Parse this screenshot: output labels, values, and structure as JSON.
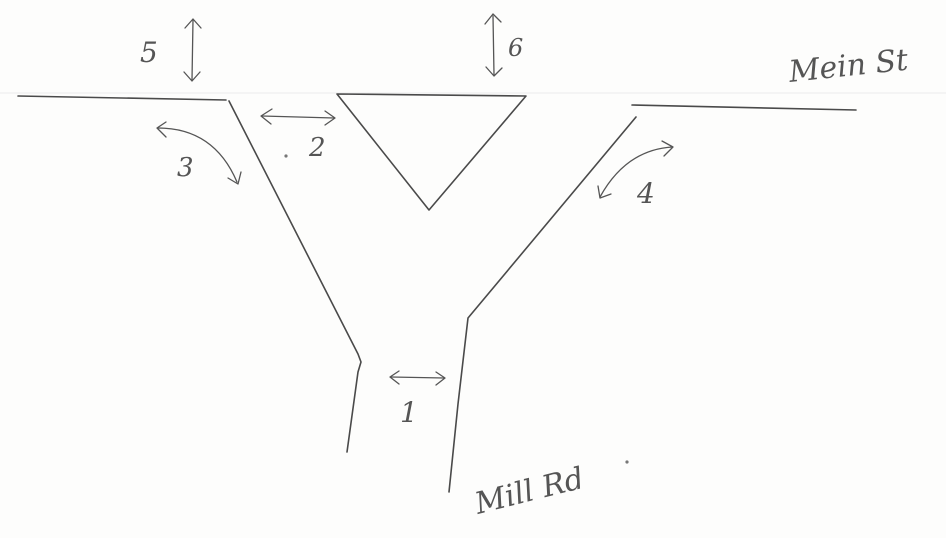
{
  "streets": {
    "main": "Mein St",
    "mill": "Mill Rd"
  },
  "movements": [
    {
      "id": "1",
      "label": "1"
    },
    {
      "id": "2",
      "label": "2"
    },
    {
      "id": "3",
      "label": "3"
    },
    {
      "id": "4",
      "label": "4"
    },
    {
      "id": "5",
      "label": "5"
    },
    {
      "id": "6",
      "label": "6"
    }
  ],
  "style": {
    "ink": "#4a4a4a",
    "paper": "#fdfdfc"
  }
}
